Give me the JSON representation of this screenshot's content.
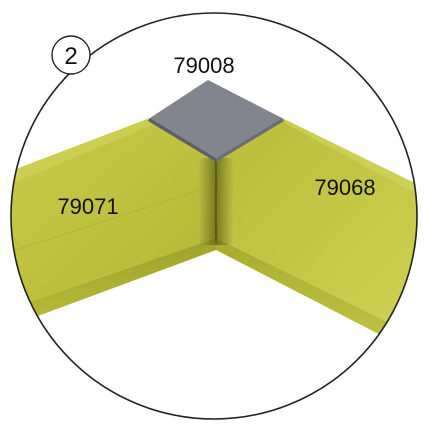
{
  "step_number": "2",
  "labels": {
    "corner_connector": "79008",
    "left_beam": "79071",
    "right_beam": "79068"
  },
  "colors": {
    "beam_face": "#bcbf3c",
    "beam_side_light": "#d2d45a",
    "beam_shadow": "#8a8d25",
    "connector_top": "#83868e",
    "connector_edge": "#5c5f66",
    "circle_outline": "#222222"
  }
}
